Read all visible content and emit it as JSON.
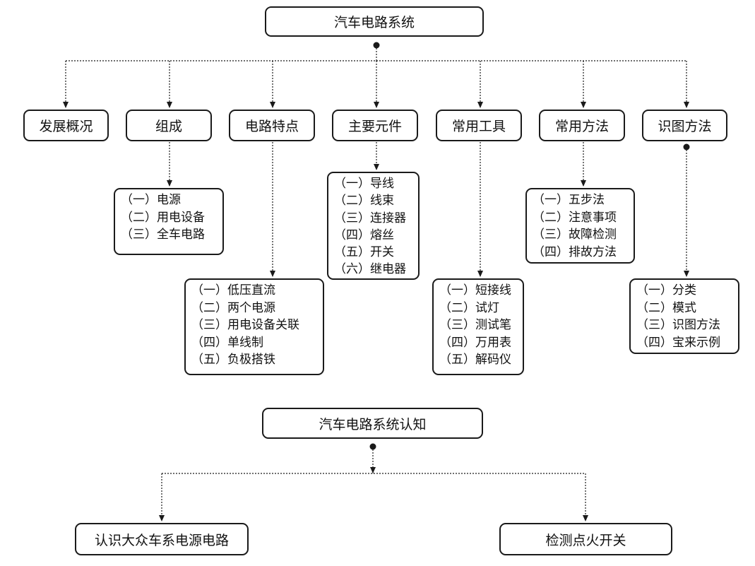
{
  "top": {
    "title": "汽车电路系统",
    "branches": [
      {
        "label": "发展概况"
      },
      {
        "label": "组成",
        "items": [
          "（一）电源",
          "（二）用电设备",
          "（三）全车电路"
        ]
      },
      {
        "label": "电路特点",
        "items": [
          "（一）低压直流",
          "（二）两个电源",
          "（三）用电设备关联",
          "（四）单线制",
          "（五）负极搭铁"
        ]
      },
      {
        "label": "主要元件",
        "items": [
          "（一）导线",
          "（二）线束",
          "（三）连接器",
          "（四）熔丝",
          "（五）开关",
          "（六）继电器"
        ]
      },
      {
        "label": "常用工具",
        "items": [
          "（一）短接线",
          "（二）试灯",
          "（三）测试笔",
          "（四）万用表",
          "（五）解码仪"
        ]
      },
      {
        "label": "常用方法",
        "items": [
          "（一）五步法",
          "（二）注意事项",
          "（三）故障检测",
          "（四）排故方法"
        ]
      },
      {
        "label": "识图方法",
        "items": [
          "（一）分类",
          "（二）模式",
          "（三）识图方法",
          "（四）宝来示例"
        ]
      }
    ]
  },
  "bottom": {
    "title": "汽车电路系统认知",
    "branches": [
      {
        "label": "认识大众车系电源电路"
      },
      {
        "label": "检测点火开关"
      }
    ]
  }
}
